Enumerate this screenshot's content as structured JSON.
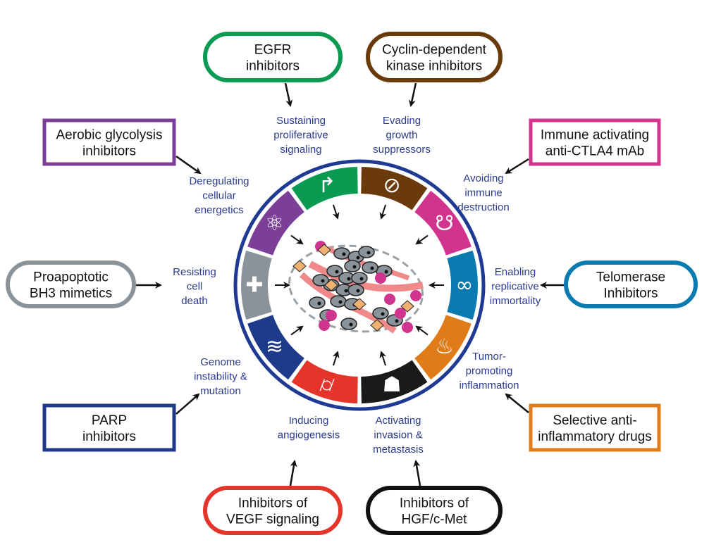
{
  "therapies": [
    {
      "lines": [
        "EGFR",
        "inhibitors"
      ],
      "color": "#0a9a52",
      "shape": "pill"
    },
    {
      "lines": [
        "Cyclin-dependent",
        "kinase inhibitors"
      ],
      "color": "#6b3a0a",
      "shape": "pill"
    },
    {
      "lines": [
        "Immune activating",
        "anti-CTLA4 mAb"
      ],
      "color": "#d1348e",
      "shape": "rect"
    },
    {
      "lines": [
        "Telomerase",
        "Inhibitors"
      ],
      "color": "#0a7bb0",
      "shape": "pill"
    },
    {
      "lines": [
        "Selective anti-",
        "inflammatory drugs"
      ],
      "color": "#e07b1a",
      "shape": "rect"
    },
    {
      "lines": [
        "Inhibitors of",
        "HGF/c-Met"
      ],
      "color": "#111111",
      "shape": "pill"
    },
    {
      "lines": [
        "Inhibitors of",
        "VEGF signaling"
      ],
      "color": "#e5352b",
      "shape": "pill"
    },
    {
      "lines": [
        "PARP",
        "inhibitors"
      ],
      "color": "#1e3a8a",
      "shape": "rect"
    },
    {
      "lines": [
        "Proapoptotic",
        "BH3 mimetics"
      ],
      "color": "#8a9399",
      "shape": "pill"
    },
    {
      "lines": [
        "Aerobic glycolysis",
        "inhibitors"
      ],
      "color": "#7b3f98",
      "shape": "rect"
    }
  ],
  "hallmarks": [
    {
      "lines": [
        "Sustaining",
        "proliferative",
        "signaling"
      ],
      "color": "#0a9a52",
      "icon": "bent-arrow-icon"
    },
    {
      "lines": [
        "Evading",
        "growth",
        "suppressors"
      ],
      "color": "#6b3a0a",
      "icon": "prohibited-icon"
    },
    {
      "lines": [
        "Avoiding",
        "immune",
        "destruction"
      ],
      "color": "#d1348e",
      "icon": "immune-cell-icon"
    },
    {
      "lines": [
        "Enabling",
        "replicative",
        "immortality"
      ],
      "color": "#0a7bb0",
      "icon": "infinity-icon"
    },
    {
      "lines": [
        "Tumor-",
        "promoting",
        "inflammation"
      ],
      "color": "#e07b1a",
      "icon": "flame-icon"
    },
    {
      "lines": [
        "Activating",
        "invasion &",
        "metastasis"
      ],
      "color": "#1a1a1a",
      "icon": "invasive-cell-icon"
    },
    {
      "lines": [
        "Inducing",
        "angiogenesis"
      ],
      "color": "#e5352b",
      "icon": "vessel-icon"
    },
    {
      "lines": [
        "Genome",
        "instability &",
        "mutation"
      ],
      "color": "#1e3a8a",
      "icon": "dna-icon"
    },
    {
      "lines": [
        "Resisting",
        "cell",
        "death"
      ],
      "color": "#8a9399",
      "icon": "cross-icon"
    },
    {
      "lines": [
        "Deregulating",
        "cellular",
        "energetics"
      ],
      "color": "#7b3f98",
      "icon": "atom-icon"
    }
  ],
  "ring_color": "#1f3a93"
}
